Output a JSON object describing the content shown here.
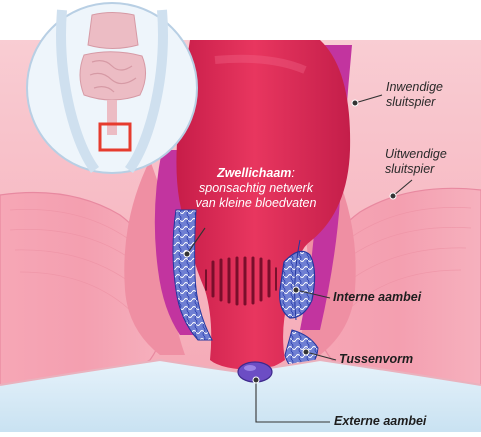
{
  "labels": {
    "inwendige_line1": "Inwendige",
    "inwendige_line2": "sluitspier",
    "uitwendige_line1": "Uitwendige",
    "uitwendige_line2": "sluitspier",
    "zwellichaam_title": "Zwellichaam",
    "zwellichaam_line1": "sponsachtig netwerk",
    "zwellichaam_line2": "van kleine bloedvaten",
    "interne": "Interne aambei",
    "tussenvorm": "Tussenvorm",
    "externe": "Externe aambei"
  },
  "colors": {
    "background": "#ffffff",
    "tissue_light": "#f7b9c2",
    "tissue_mid": "#ef8a9e",
    "rectum": "#e3305a",
    "rectum_dark": "#b81844",
    "internal_sphincter": "#c4319c",
    "vessel_net": "#2c47b8",
    "external_hemorrhoid": "#6c4dc4",
    "fat": "#f3e6a6",
    "floor_blue": "#d7ebf6",
    "inset_circle": "#eef5fb",
    "inset_border": "#b8cfe4",
    "inset_organs": "#ecbcc4",
    "highlight_box": "#e63b2e",
    "leader_line": "#333333"
  }
}
